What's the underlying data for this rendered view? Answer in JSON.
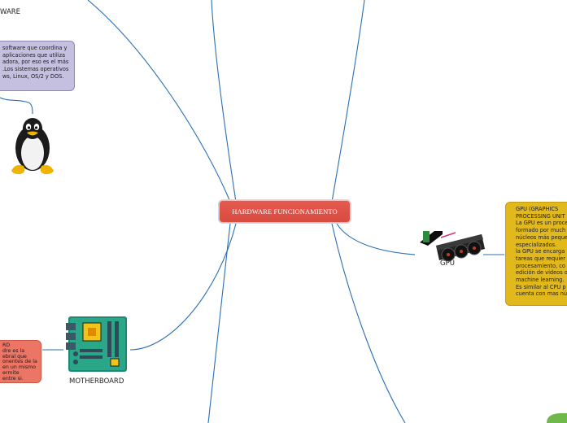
{
  "central": {
    "title": "HARDWARE FUNCIONAMIENTO"
  },
  "software": {
    "label": "WARE",
    "note_lines": [
      "software que coordina y",
      "aplicaciones que utiliza",
      "adora, por eso es el más",
      ".Los sistemas operativos",
      "ws, Linux, OS/2 y DOS."
    ],
    "image_icon": "linux-penguin-icon"
  },
  "gpu": {
    "label": "GPU",
    "note_lines": [
      "GPU (GRAPHICS",
      "PROCESSING UNIT",
      "La GPU es un proce",
      "formado por much",
      "núcleos más peque",
      "especializados.",
      "la GPU se encarga",
      "tareas que requier",
      "procesamiento, co",
      "edición de videos o",
      "machine learning.",
      "Es similar al CPU p",
      "cuenta con mas nú"
    ],
    "image_icon": "graphics-card-icon"
  },
  "motherboard": {
    "label": "MOTHERBOARD",
    "note_lines": [
      "RD",
      "dre es la",
      "ebral que",
      "onentes de la",
      "en un mismo",
      "ermite",
      "entre si."
    ],
    "image_icon": "motherboard-icon"
  },
  "colors": {
    "central_fill": "#e05247",
    "connector": "#2a6fb5",
    "software_note": "#c5c0e0",
    "gpu_note": "#e2b91c",
    "motherboard_note": "#ec7565",
    "corner_badge": "#6fb94a"
  }
}
